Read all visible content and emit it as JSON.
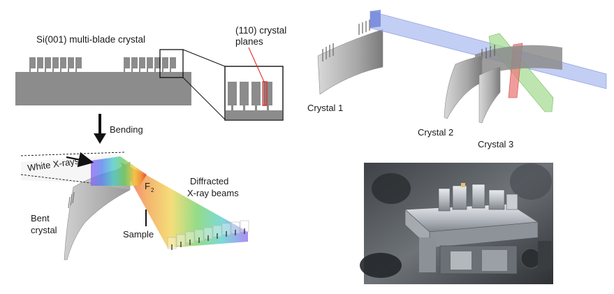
{
  "labels": {
    "multi_blade": "Si(001) multi-blade crystal",
    "planes_line1": "(110) crystal",
    "planes_line2": "planes",
    "bending": "Bending",
    "white_xrays": "White X-rays",
    "focus_main": "F",
    "focus_sub": "2",
    "diffracted_line1": "Diffracted",
    "diffracted_line2": "X-ray beams",
    "bent_line1": "Bent",
    "bent_line2": "crystal",
    "sample": "Sample",
    "crystal1": "Crystal 1",
    "crystal2": "Crystal 2",
    "crystal3": "Crystal 3"
  },
  "colors": {
    "crystal_gray": "#8c8c8c",
    "beam_blue": "#a9b9ef",
    "beam_green": "#a8dc96",
    "beam_red": "#ec7b7b",
    "highlight_red": "#e02020"
  }
}
